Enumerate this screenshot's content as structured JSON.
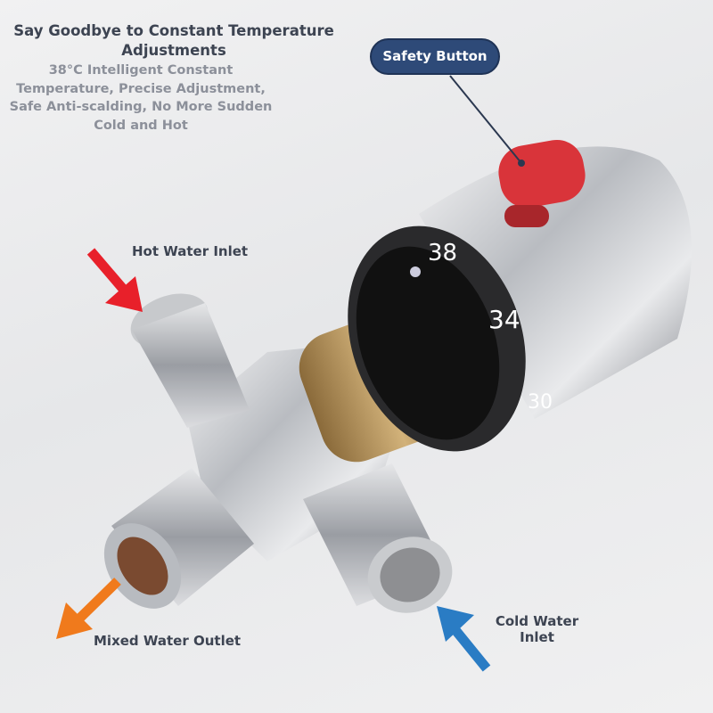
{
  "headline": {
    "title": "Say Goodbye to Constant Temperature Adjustments",
    "subtitle": "38°C Intelligent Constant Temperature, Precise Adjustment, Safe Anti-scalding, No More Sudden Cold and Hot"
  },
  "callouts": {
    "safety_button": "Safety Button",
    "hot_water_inlet": "Hot Water Inlet",
    "mixed_water_outlet": "Mixed Water Outlet",
    "cold_water_inlet": "Cold Water Inlet"
  },
  "dial": {
    "markings": [
      "38",
      "34",
      "30"
    ]
  },
  "colors": {
    "hot_arrow": "#e8202a",
    "mixed_arrow": "#f07a1c",
    "cold_arrow": "#2a7cc4",
    "safety_badge": "#2e4a78",
    "safety_button": "#d9343a"
  }
}
